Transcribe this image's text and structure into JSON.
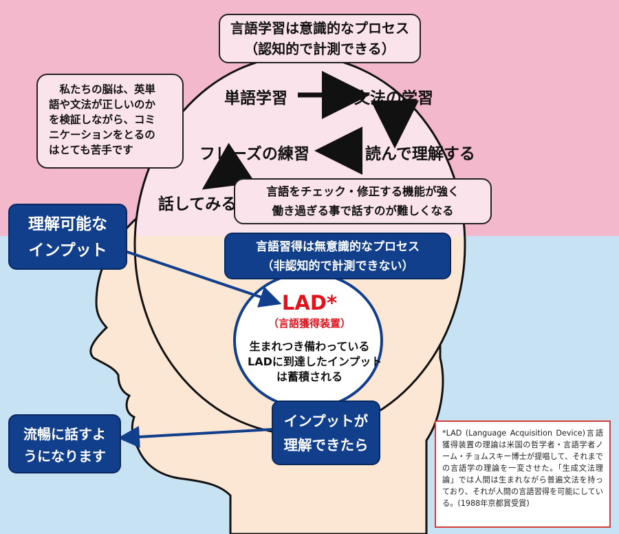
{
  "top_box": {
    "line1": "言語学習は意識的なプロセス",
    "line2": "（認知的で計測できる）"
  },
  "brain_note": {
    "line1": "　私たちの脳は、英単",
    "line2": "語や文法が正しいのか",
    "line3": "を検証しながら、コミ",
    "line4": "ニケーションをとるの",
    "line5": "はとても苦手です"
  },
  "steps": {
    "word_study": "単語学習",
    "grammar_study": "文法の学習",
    "read_understand": "読んで理解する",
    "phrase_practice": "フレーズの練習",
    "try_speaking": "話してみる"
  },
  "check_box": {
    "line1": "言語をチェック・修正する機能が強く",
    "line2": "働き過ぎる事で話すのが難しくなる"
  },
  "input_box": {
    "line1": "理解可能な",
    "line2": "インプット"
  },
  "acquisition_box": {
    "line1": "言語習得は無意識的なプロセス",
    "line2": "（非認知的で計測できない）"
  },
  "lad": {
    "title": "LAD*",
    "subtitle": "（言語獲得装置）",
    "line1": "生まれつき備わっている",
    "line2": "LADに到達したインプット",
    "line3": "は蓄積される"
  },
  "understood_box": {
    "line1": "インプットが",
    "line2": "理解できたら"
  },
  "fluent_box": {
    "line1": "流暢に話すよ",
    "line2": "うになります"
  },
  "footnote": "*LAD (Language Acquisition Device)言語獲得装置の理論は米国の哲学者・言語学者ノーム・チョムスキー博士が提唱して、それまでの言語学の理論を一変させた。「生成文法理論」では人間は生まれながら普遍文法を持っており、それが人間の言語習得を可能にしている。(1988年京都賞受賞)",
  "colors": {
    "pink_bg": "#f3b8cc",
    "blue_bg": "#c7e2f3",
    "skin": "#fce7d4",
    "navy": "#113f8c",
    "red": "#e1121c"
  }
}
